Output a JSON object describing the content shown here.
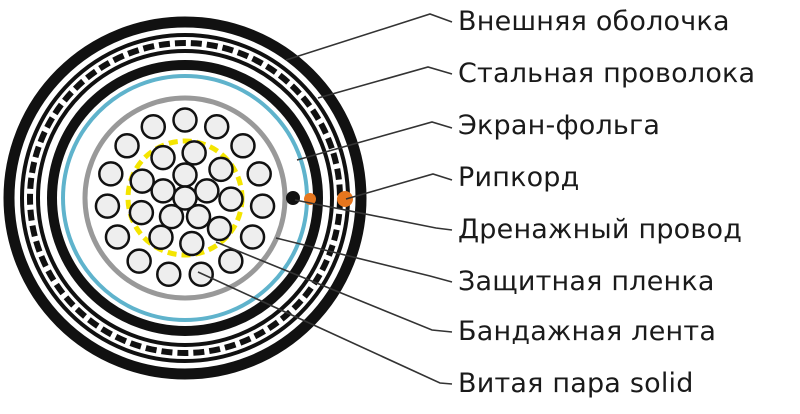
{
  "labels": [
    "Внешняя оболочка",
    "Стальная проволока",
    "Экран-фольга",
    "Рипкорд",
    "Дренажный провод",
    "Защитная пленка",
    "Бандажная лента",
    "Витая пара solid"
  ],
  "colors": {
    "jacket": "#111111",
    "foil": "#5fb3cc",
    "tape": "#999999",
    "film": "#f4e500",
    "ripcord": "#e6761e",
    "leader": "#333333",
    "core_fill": "#eeeeee"
  }
}
